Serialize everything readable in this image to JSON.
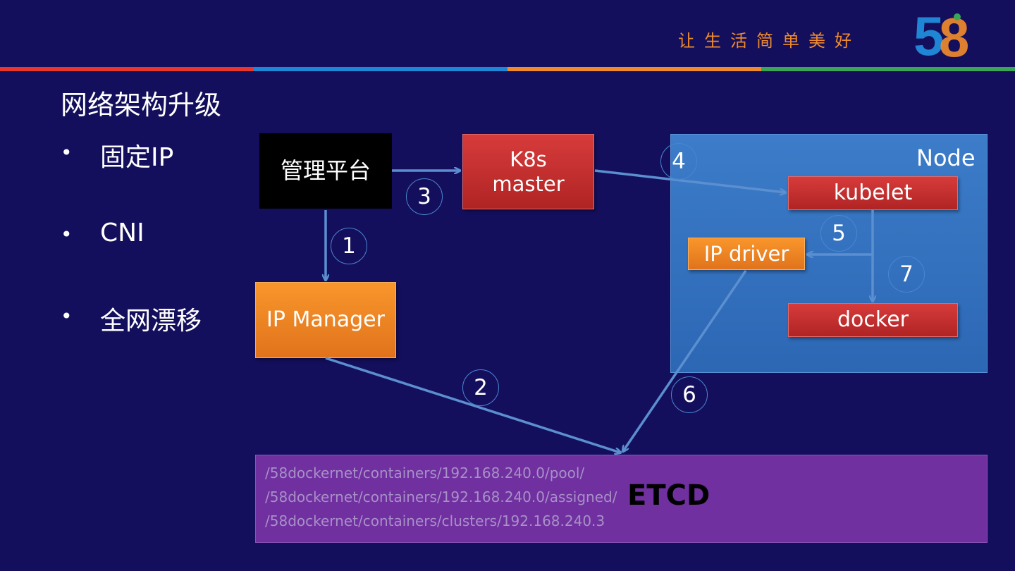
{
  "header": {
    "slogan": "让生活简单美好",
    "logo": {
      "five": "5",
      "eight": "8",
      "colors": [
        "#1f86d6",
        "#ef8a2c",
        "#e8362f",
        "#3aa655"
      ]
    },
    "stripe_colors": [
      "#e8362f",
      "#1f86d6",
      "#ef8a2c",
      "#3aa655"
    ]
  },
  "page_title": "网络架构升级",
  "bullets": [
    {
      "dot": "•",
      "text": "固定IP"
    },
    {
      "dot": "•",
      "text": "CNI"
    },
    {
      "dot": "•",
      "text": "全网漂移"
    }
  ],
  "diagram": {
    "mgmt_platform": "管理平台",
    "k8s_master": "K8s\nmaster",
    "ip_manager": "IP Manager",
    "node_label": "Node",
    "kubelet": "kubelet",
    "ip_driver": "IP driver",
    "docker": "docker",
    "etcd": {
      "title": "ETCD",
      "paths": [
        "/58dockernet/containers/192.168.240.0/pool/",
        "/58dockernet/containers/192.168.240.0/assigned/",
        "/58dockernet/containers/clusters/192.168.240.3"
      ]
    },
    "steps": [
      "1",
      "2",
      "3",
      "4",
      "5",
      "6",
      "7"
    ],
    "arrow_color": "#5b8fd0"
  }
}
